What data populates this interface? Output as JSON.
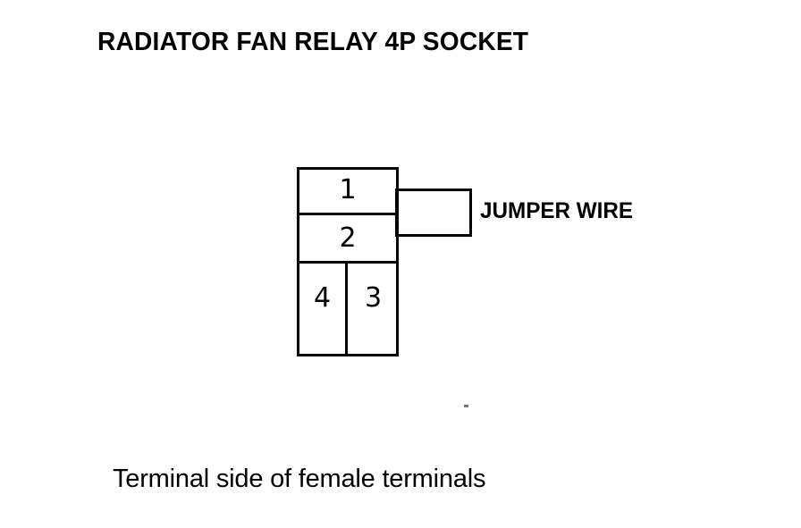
{
  "diagram": {
    "title": "RADIATOR FAN RELAY 4P SOCKET",
    "caption": "Terminal side of female terminals",
    "jumper": {
      "label": "JUMPER WIRE",
      "connects_terminals": [
        1,
        2
      ]
    },
    "connector": {
      "type": "4P socket",
      "view": "terminal side of female terminals",
      "terminals": [
        {
          "number": "1",
          "position": "top-row-full-width"
        },
        {
          "number": "2",
          "position": "middle-row-full-width"
        },
        {
          "number": "4",
          "position": "bottom-row-left"
        },
        {
          "number": "3",
          "position": "bottom-row-right"
        }
      ]
    },
    "colors": {
      "line": "#000000",
      "background": "#ffffff",
      "text": "#000000"
    }
  }
}
